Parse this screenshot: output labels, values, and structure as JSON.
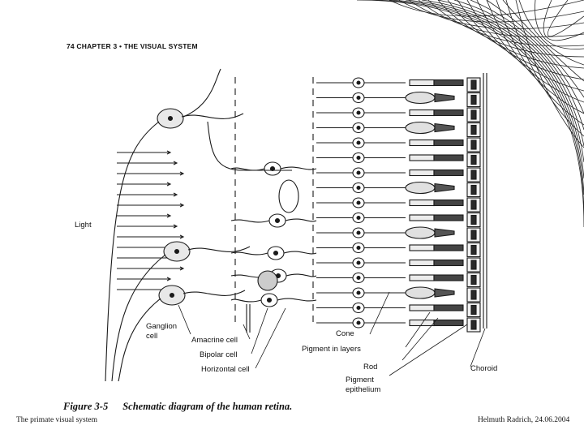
{
  "page": {
    "header": "74  CHAPTER 3 • THE VISUAL SYSTEM",
    "caption_number": "Figure 3-5",
    "caption_text": "Schematic diagram of the human retina.",
    "footer_left": "The primate visual system",
    "footer_right": "Helmuth Radrich, 24.06.2004"
  },
  "labels": {
    "light": "Light",
    "ganglion_line1": "Ganglion",
    "ganglion_line2": "cell",
    "amacrine": "Amacrine cell",
    "bipolar": "Bipolar cell",
    "horizontal": "Horizontal cell",
    "cone": "Cone",
    "pigment_layers": "Pigment in layers",
    "rod": "Rod",
    "pigment_epi_line1": "Pigment",
    "pigment_epi_line2": "epithelium",
    "choroid": "Choroid"
  },
  "colors": {
    "ink": "#1a1a1a",
    "paper": "#ffffff"
  }
}
